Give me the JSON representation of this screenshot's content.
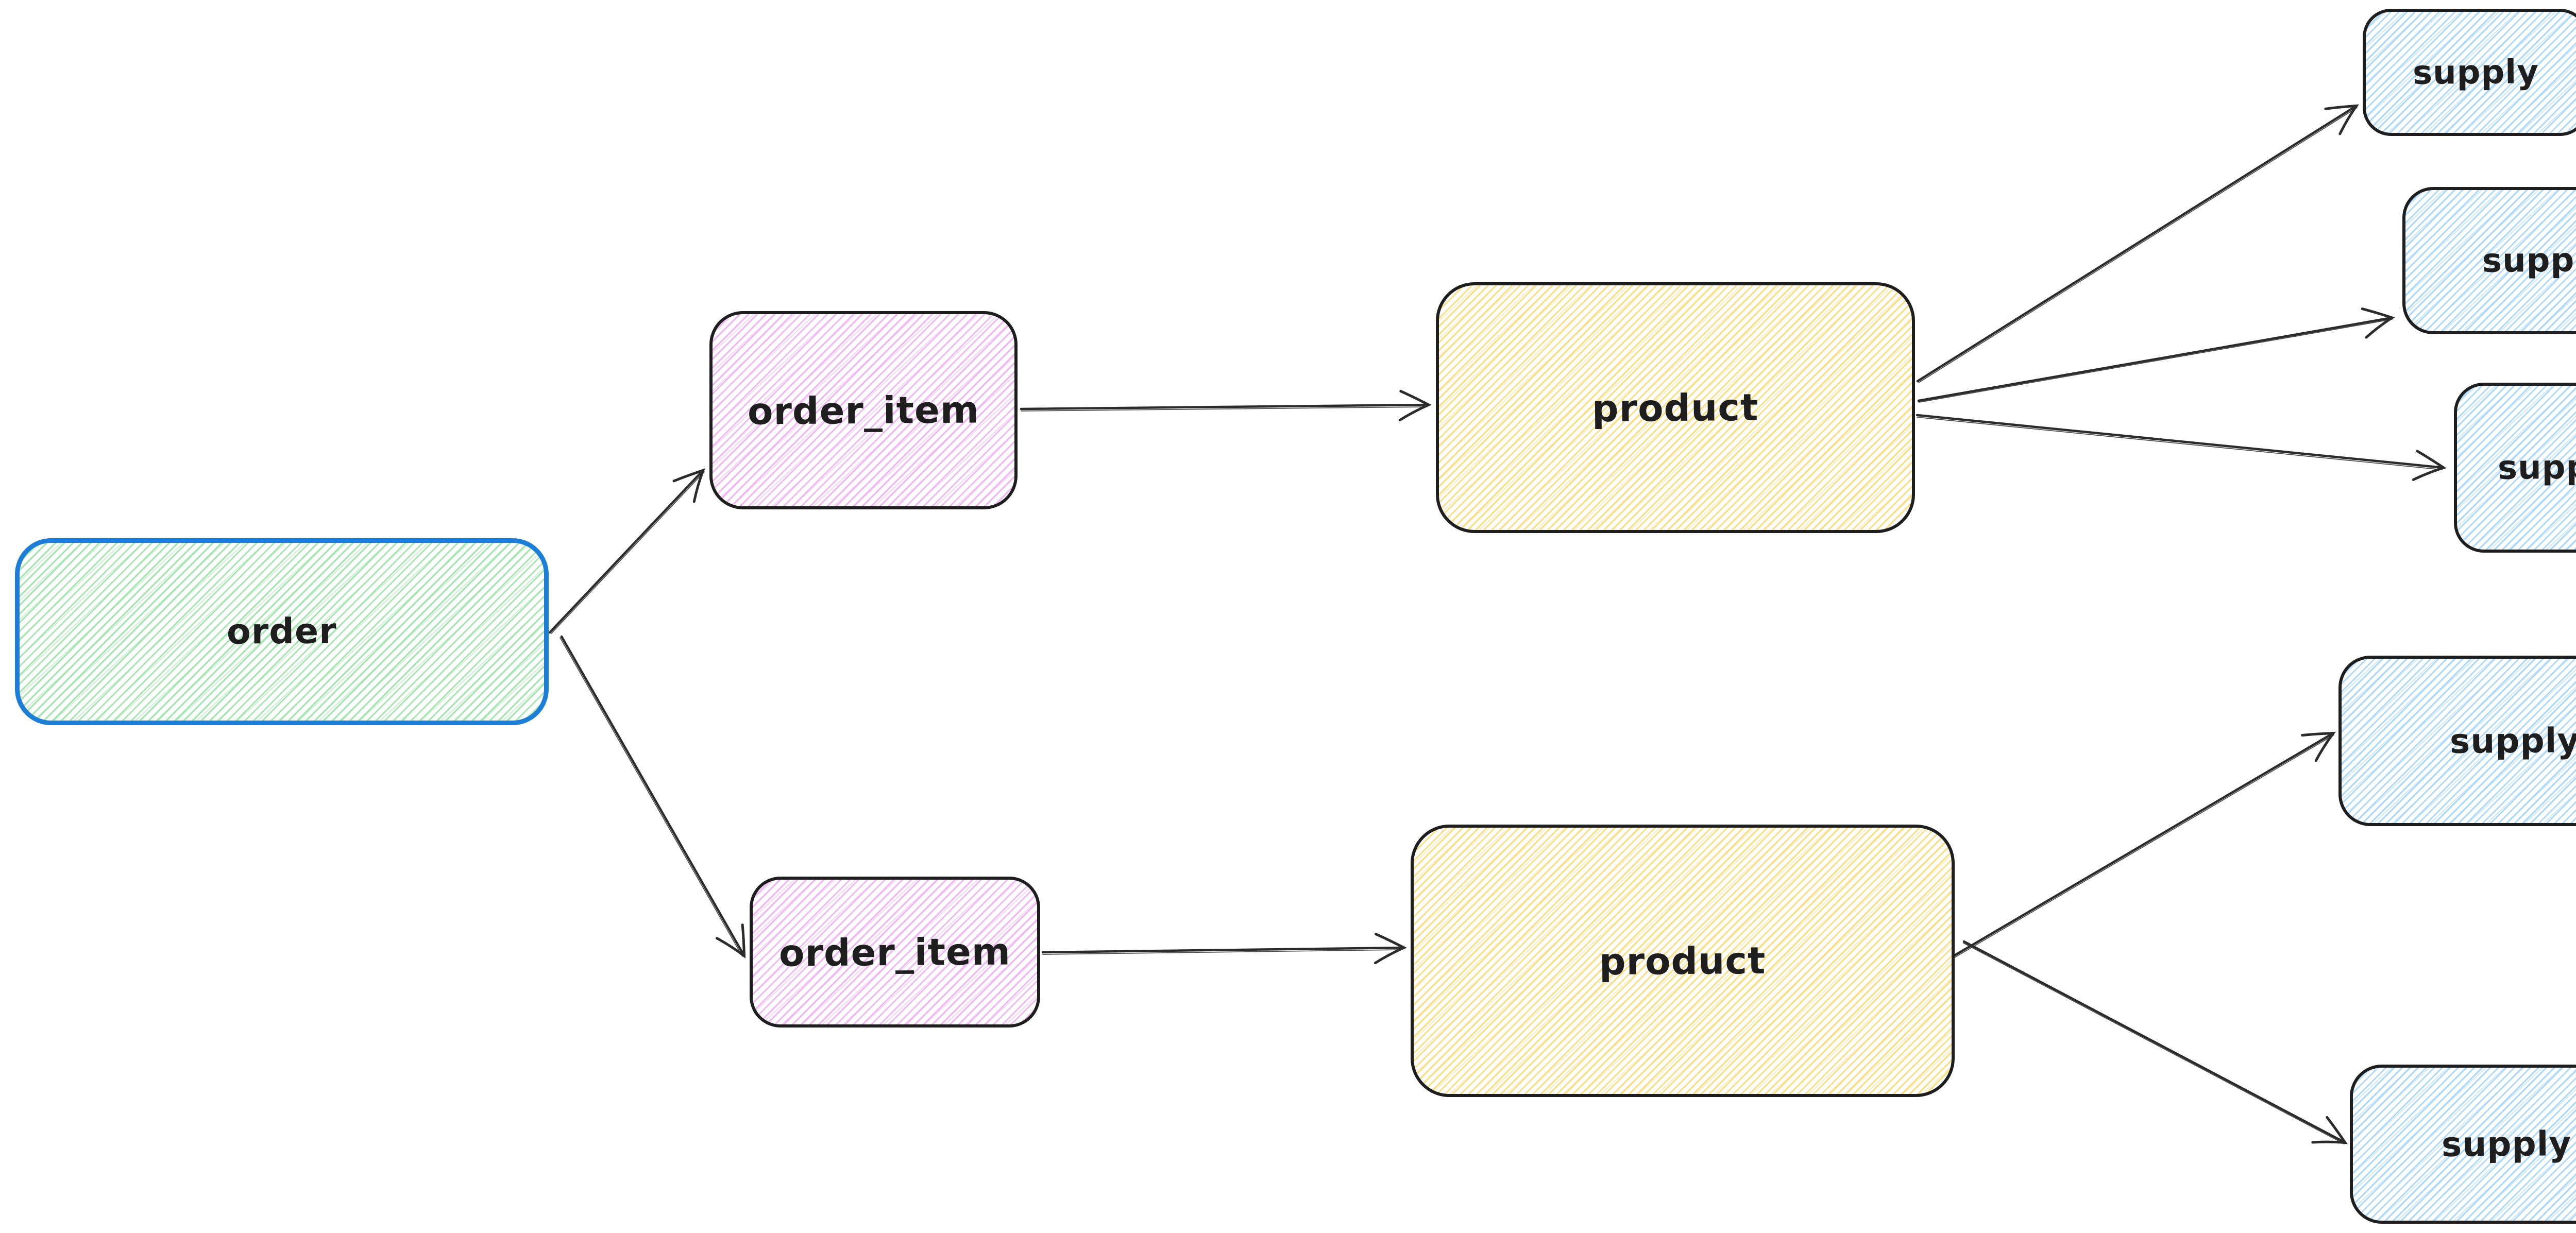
{
  "canvas": {
    "background": "#ffffff"
  },
  "colors": {
    "stroke_default": "#1e1e1e",
    "stroke_order_box": "#1c7ed6",
    "arrow": "#2b2b2b",
    "hatch_green": "#9fe3aa",
    "hatch_pink": "#eeaaf2",
    "hatch_yellow": "#f8da7a",
    "hatch_blue": "#a3d4fb"
  },
  "nodes": [
    {
      "id": "order",
      "label": "order",
      "fill_hatch": "#9fe3aa",
      "stroke": "#1c7ed6"
    },
    {
      "id": "order_item_top",
      "label": "order_item",
      "fill_hatch": "#eeaaf2",
      "stroke": "#1e1e1e"
    },
    {
      "id": "order_item_bottom",
      "label": "order_item",
      "fill_hatch": "#eeaaf2",
      "stroke": "#1e1e1e"
    },
    {
      "id": "product_top",
      "label": "product",
      "fill_hatch": "#f8da7a",
      "stroke": "#1e1e1e"
    },
    {
      "id": "product_bottom",
      "label": "product",
      "fill_hatch": "#f8da7a",
      "stroke": "#1e1e1e"
    },
    {
      "id": "supply_1",
      "label": "supply",
      "fill_hatch": "#a3d4fb",
      "stroke": "#1e1e1e"
    },
    {
      "id": "supply_2",
      "label": "supply",
      "fill_hatch": "#a3d4fb",
      "stroke": "#1e1e1e"
    },
    {
      "id": "supply_3",
      "label": "supply",
      "fill_hatch": "#a3d4fb",
      "stroke": "#1e1e1e"
    },
    {
      "id": "supply_4",
      "label": "supply",
      "fill_hatch": "#a3d4fb",
      "stroke": "#1e1e1e"
    },
    {
      "id": "supply_5",
      "label": "supply",
      "fill_hatch": "#a3d4fb",
      "stroke": "#1e1e1e"
    }
  ],
  "edges": [
    {
      "from": "order",
      "to": "order_item_top"
    },
    {
      "from": "order",
      "to": "order_item_bottom"
    },
    {
      "from": "order_item_top",
      "to": "product_top"
    },
    {
      "from": "order_item_bottom",
      "to": "product_bottom"
    },
    {
      "from": "product_top",
      "to": "supply_1"
    },
    {
      "from": "product_top",
      "to": "supply_2"
    },
    {
      "from": "product_top",
      "to": "supply_3"
    },
    {
      "from": "product_bottom",
      "to": "supply_4"
    },
    {
      "from": "product_bottom",
      "to": "supply_5"
    }
  ]
}
